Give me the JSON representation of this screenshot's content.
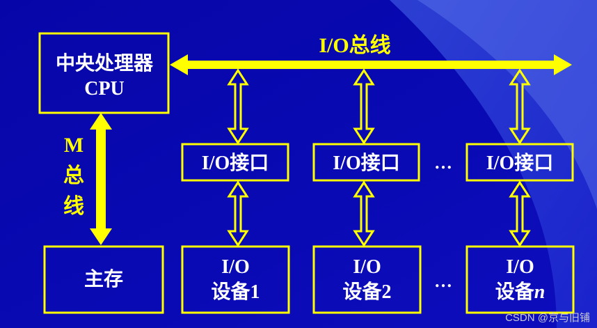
{
  "cpu": {
    "line1": "中央处理器",
    "line2": "CPU"
  },
  "io_bus_label": "I/O总线",
  "m_bus_label": [
    "M",
    "总",
    "线"
  ],
  "main_memory": "主存",
  "interfaces": [
    "I/O接口",
    "I/O接口",
    "I/O接口"
  ],
  "devices": [
    {
      "line1": "I/O",
      "line2": "设备",
      "suffix": "1"
    },
    {
      "line1": "I/O",
      "line2": "设备",
      "suffix": "2"
    },
    {
      "line1": "I/O",
      "line2": "设备",
      "suffix": "n"
    }
  ],
  "ellipsis": "…",
  "watermark": "CSDN @京与旧铺",
  "colors": {
    "background": "#0a0ab0",
    "accent": "#ffff00",
    "text": "#ffffff"
  }
}
